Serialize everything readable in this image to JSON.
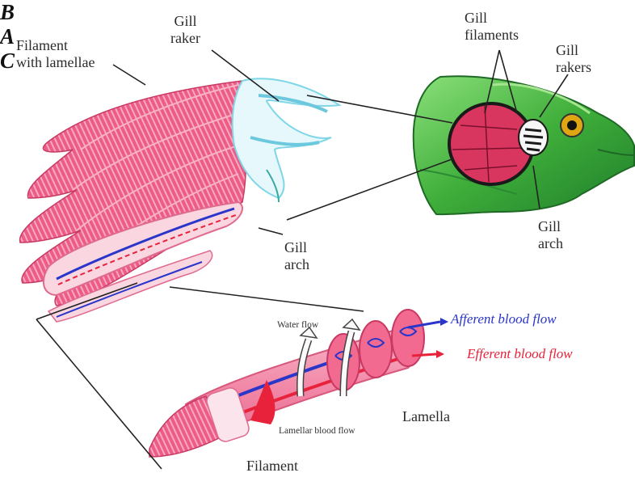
{
  "labels": {
    "filament_with_lamellae": "Filament\nwith lamellae",
    "gill_raker": "Gill\nraker",
    "gill_filaments": "Gill\nfilaments",
    "gill_rakers": "Gill\nrakers",
    "gill_arch_fish": "Gill\narch",
    "gill_arch_b": "Gill\narch",
    "water_flow": "Water flow",
    "afferent_blood_flow": "Afferent blood flow",
    "efferent_blood_flow": "Efferent blood flow",
    "lamella": "Lamella",
    "lamellar_blood_flow": "Lamellar blood flow",
    "filament": "Filament"
  },
  "panels": {
    "a": "A",
    "b": "B",
    "c": "C"
  },
  "colors": {
    "filament_pink": "#e8507a",
    "filament_light": "#f58fae",
    "raker_cyan": "#7fd6e6",
    "arch_pink": "#f3a7bc",
    "fish_green": "#49b53f",
    "fish_dark": "#1e7a2a",
    "gill_red": "#d9365f",
    "afferent_blue": "#2a35c9",
    "efferent_red": "#e8223a"
  }
}
